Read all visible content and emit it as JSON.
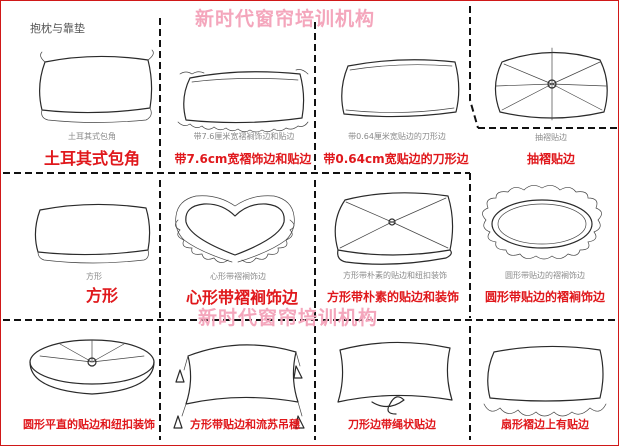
{
  "section_title": "抱枕与靠垫",
  "watermark": "新时代窗帘培训机构",
  "items": [
    {
      "caption": "土耳其式包角",
      "label": "土耳其式包角"
    },
    {
      "caption": "带7.6厘米宽褶裥饰边和贴边",
      "label": "带7.6cm宽褶饰边和贴边"
    },
    {
      "caption": "带0.64厘米宽贴边的刀形边",
      "label": "带0.64cm宽贴边的刀形边"
    },
    {
      "caption": "抽褶贴边",
      "label": "抽褶贴边"
    },
    {
      "caption": "方形",
      "label": "方形"
    },
    {
      "caption": "心形带褶裥饰边",
      "label": "心形带褶裥饰边"
    },
    {
      "caption": "方形带朴素的贴边和纽扣装饰",
      "label": "方形带朴素的贴边和装饰"
    },
    {
      "caption": "圆形带贴边的褶裥饰边",
      "label": "圆形带贴边的褶裥饰边"
    },
    {
      "caption": "",
      "label": "圆形平直的贴边和纽扣装饰"
    },
    {
      "caption": "",
      "label": "方形带贴边和流苏吊穗"
    },
    {
      "caption": "",
      "label": "刀形边带绳状贴边"
    },
    {
      "caption": "",
      "label": "扇形褶边上有贴边"
    }
  ]
}
